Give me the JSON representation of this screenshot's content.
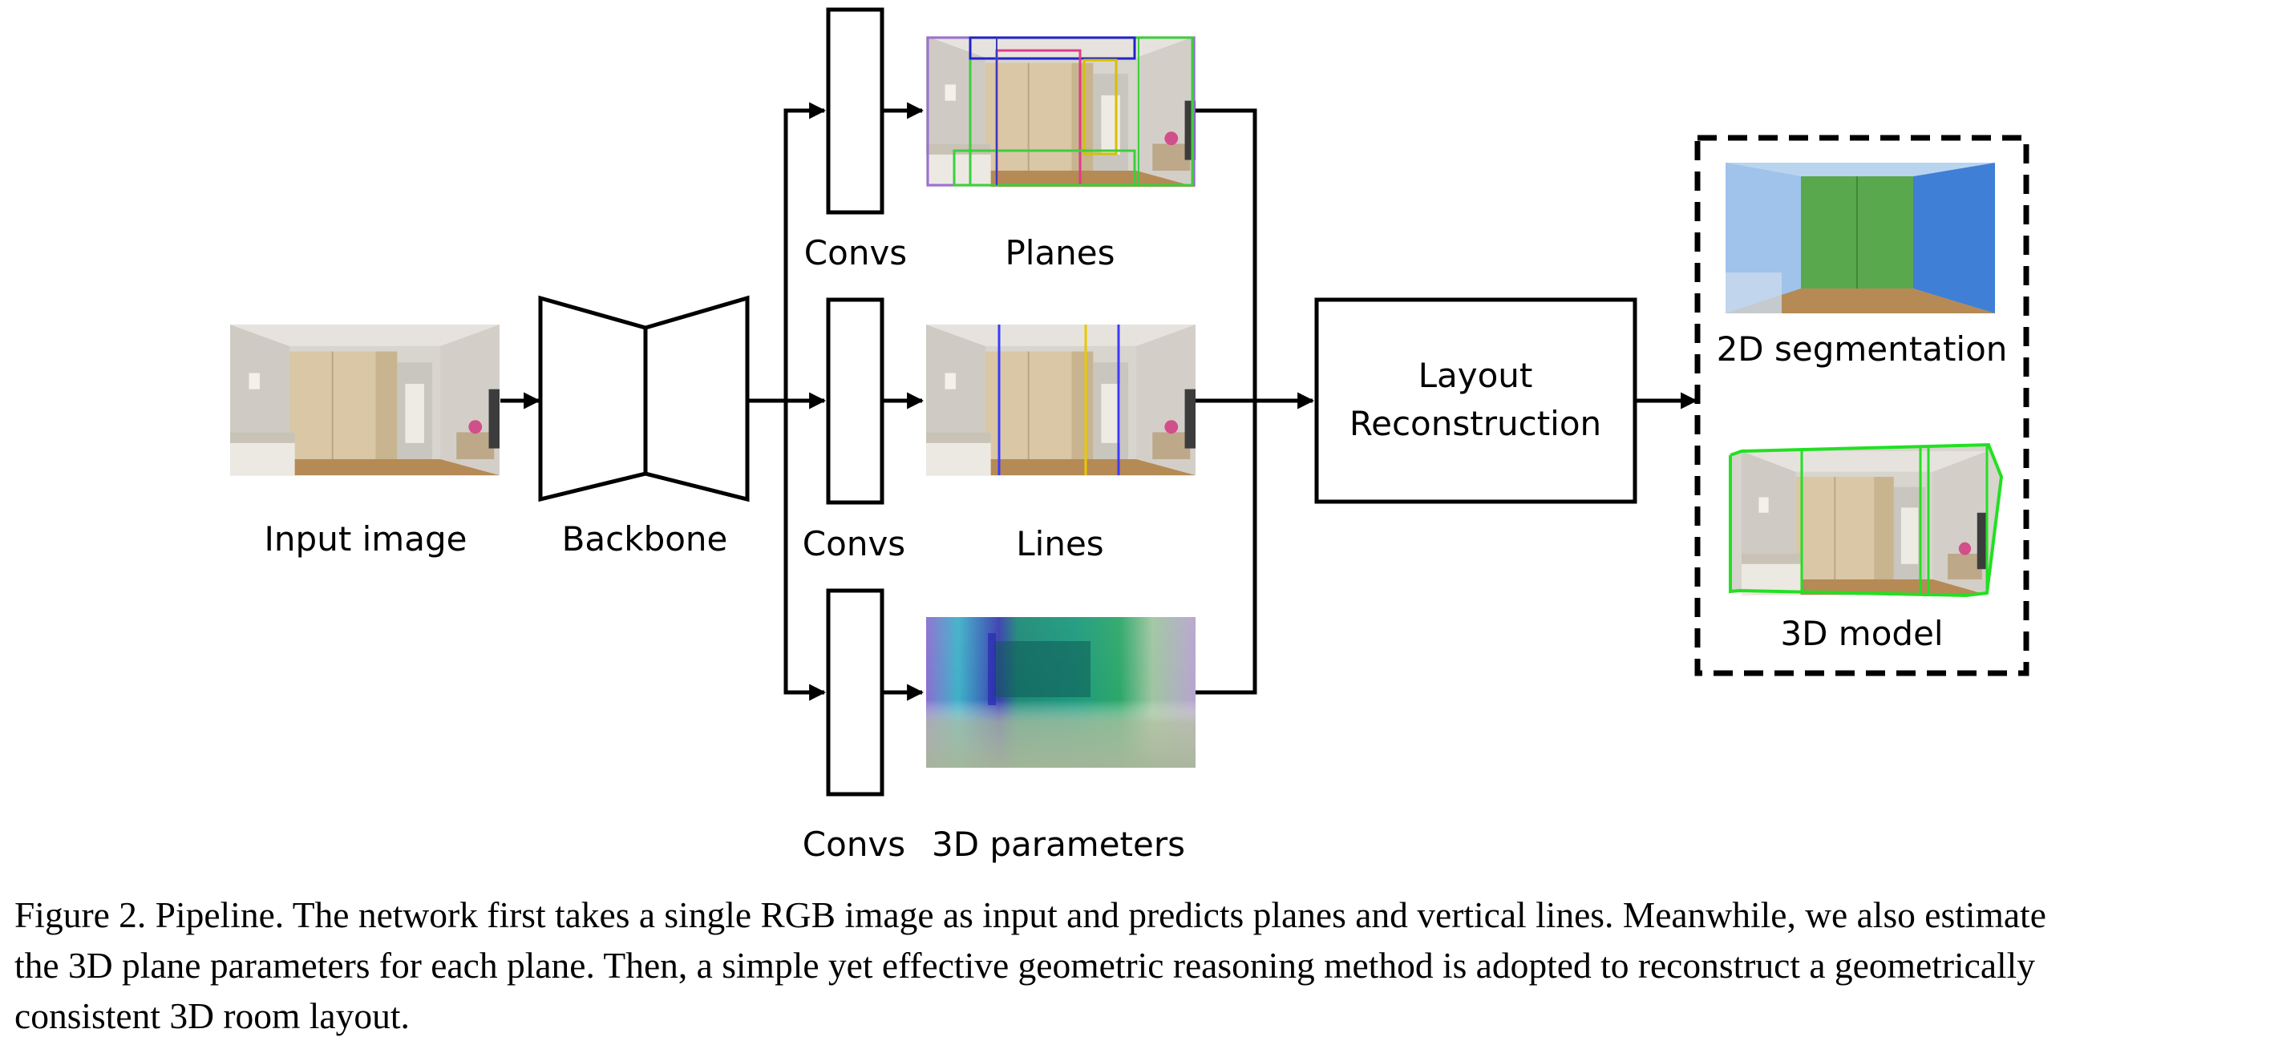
{
  "labels": {
    "input_image": "Input image",
    "backbone": "Backbone",
    "convs_top": "Convs",
    "convs_mid": "Convs",
    "convs_bot": "Convs",
    "planes": "Planes",
    "lines": "Lines",
    "params3d": "3D parameters",
    "layout_line1": "Layout",
    "layout_line2": "Reconstruction",
    "seg2d": "2D segmentation",
    "model3d": "3D model"
  },
  "caption": {
    "line1": "Figure 2. Pipeline. The network first takes a single RGB image as input and predicts planes and vertical lines. Meanwhile, we also estimate",
    "line2": "the 3D plane parameters for each plane. Then, a simple yet effective geometric reasoning method is adopted to reconstruct a geometrically",
    "line3": "consistent 3D room layout."
  },
  "colors": {
    "stroke": "#000000",
    "plane_wall_left": "#9fc3ea",
    "plane_wall_center": "#5aa84e",
    "plane_wall_right": "#3f7fd6",
    "wireframe": "#22e022",
    "line_blue": "#3a3aff",
    "line_yellow": "#e8c800"
  }
}
